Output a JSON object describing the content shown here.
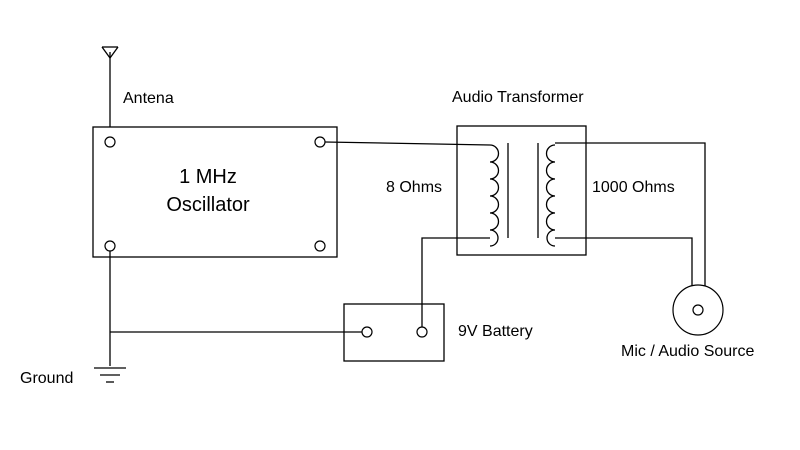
{
  "labels": {
    "antenna": "Antena",
    "oscillator_line1": "1 MHz",
    "oscillator_line2": "Oscillator",
    "transformer": "Audio Transformer",
    "primary": "8 Ohms",
    "secondary": "1000 Ohms",
    "battery": "9V Battery",
    "source": "Mic / Audio Source",
    "ground": "Ground"
  },
  "components": [
    {
      "id": "antenna",
      "type": "antenna-symbol"
    },
    {
      "id": "oscillator",
      "type": "module",
      "terminals": 4
    },
    {
      "id": "transformer",
      "type": "audio-transformer",
      "primary_ohms": "8 Ohms",
      "secondary_ohms": "1000 Ohms"
    },
    {
      "id": "battery",
      "type": "battery",
      "terminals": 2
    },
    {
      "id": "mic",
      "type": "audio-source"
    },
    {
      "id": "ground",
      "type": "ground-symbol"
    }
  ]
}
